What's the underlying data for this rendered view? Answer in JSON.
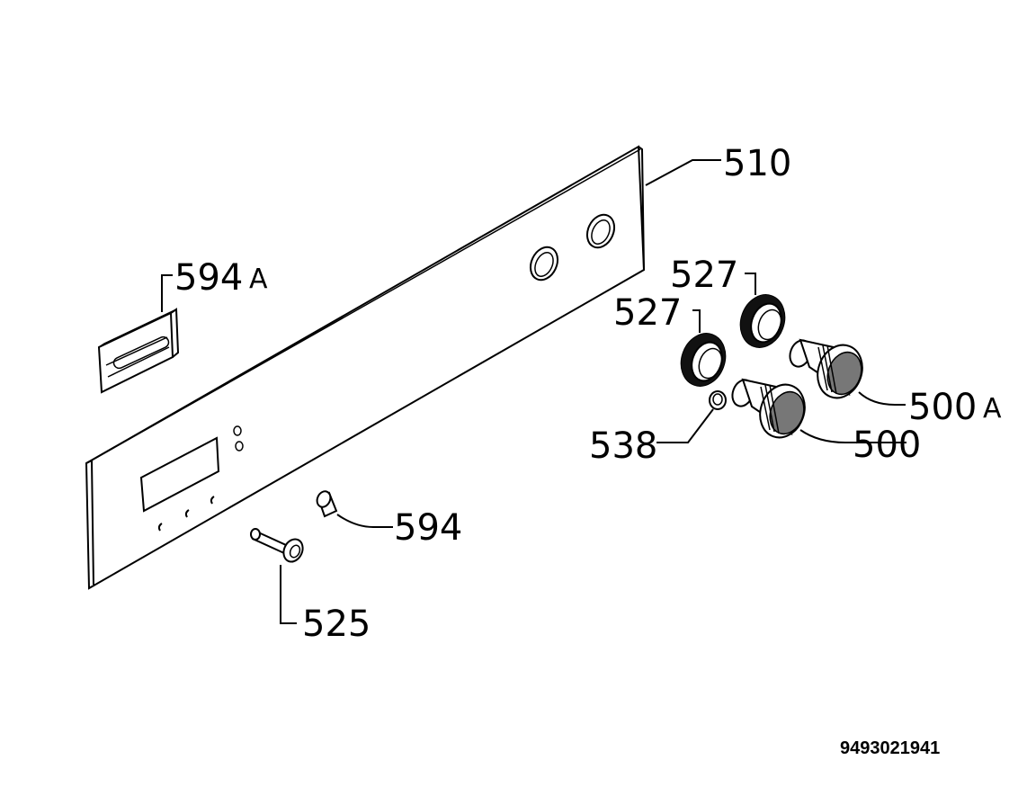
{
  "diagram": {
    "document_number": "9493021941",
    "parts": {
      "panel": {
        "number": "510"
      },
      "bracket": {
        "number": "594",
        "suffix": "A"
      },
      "ring_left": {
        "number": "527"
      },
      "ring_right": {
        "number": "527"
      },
      "knob_right": {
        "number": "500",
        "suffix": "A"
      },
      "knob_left": {
        "number": "500"
      },
      "spindle_cap": {
        "number": "538"
      },
      "button_cap": {
        "number": "594"
      },
      "push_rod": {
        "number": "525"
      }
    }
  }
}
